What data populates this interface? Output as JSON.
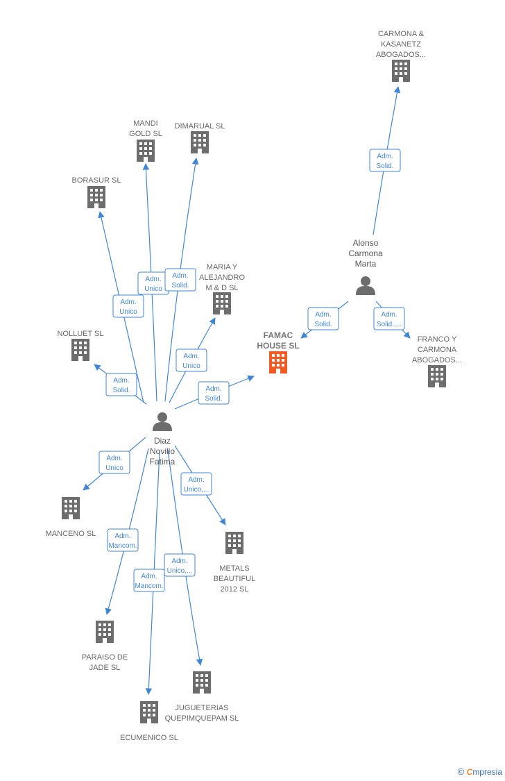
{
  "colors": {
    "edge": "#3f86d6",
    "building": "#6d6d6d",
    "highlight": "#f25c24",
    "person": "#6d6d6d"
  },
  "companies": [
    {
      "id": "carmona",
      "lines": [
        "CARMONA &",
        "KASANETZ",
        "ABOGADOS..."
      ],
      "icon": "building-icon"
    },
    {
      "id": "mandi",
      "lines": [
        "MANDI",
        "GOLD  SL"
      ],
      "icon": "building-icon"
    },
    {
      "id": "dimarual",
      "lines": [
        "DIMARUAL  SL"
      ],
      "icon": "building-icon"
    },
    {
      "id": "borasur",
      "lines": [
        "BORASUR SL"
      ],
      "icon": "building-icon"
    },
    {
      "id": "maria",
      "lines": [
        "MARIA Y",
        "ALEJANDRO",
        "M & D  SL"
      ],
      "icon": "building-icon"
    },
    {
      "id": "nolluet",
      "lines": [
        "NOLLUET  SL"
      ],
      "icon": "building-icon"
    },
    {
      "id": "famac",
      "lines": [
        "FAMAC",
        "HOUSE  SL"
      ],
      "icon": "building-icon",
      "highlight": true
    },
    {
      "id": "franco",
      "lines": [
        "FRANCO Y",
        "CARMONA",
        "ABOGADOS..."
      ],
      "icon": "building-icon"
    },
    {
      "id": "manceno",
      "lines": [
        "MANCENO SL"
      ],
      "icon": "building-icon"
    },
    {
      "id": "metals",
      "lines": [
        "METALS",
        "BEAUTIFUL",
        "2012 SL"
      ],
      "icon": "building-icon"
    },
    {
      "id": "paraiso",
      "lines": [
        "PARAISO DE",
        "JADE SL"
      ],
      "icon": "building-icon"
    },
    {
      "id": "jugueterias",
      "lines": [
        "JUGUETERIAS",
        "QUEPIMQUEPAM SL"
      ],
      "icon": "building-icon"
    },
    {
      "id": "ecumenico",
      "lines": [
        "ECUMENICO SL"
      ],
      "icon": "building-icon"
    }
  ],
  "people": [
    {
      "id": "alonso",
      "lines": [
        "Alonso",
        "Carmona",
        "Marta"
      ],
      "icon": "person-icon"
    },
    {
      "id": "diaz",
      "lines": [
        "Diaz",
        "Novillo",
        "Fatima"
      ],
      "icon": "person-icon"
    }
  ],
  "relations": [
    {
      "from": "alonso",
      "to": "carmona",
      "lines": [
        "Adm.",
        "Solid."
      ]
    },
    {
      "from": "alonso",
      "to": "famac",
      "lines": [
        "Adm.",
        "Solid."
      ]
    },
    {
      "from": "alonso",
      "to": "franco",
      "lines": [
        "Adm.",
        "Solid.,..."
      ]
    },
    {
      "from": "diaz",
      "to": "borasur",
      "lines": [
        "Adm.",
        "Unico"
      ]
    },
    {
      "from": "diaz",
      "to": "mandi",
      "lines": [
        "Adm.",
        "Unico"
      ]
    },
    {
      "from": "diaz",
      "to": "dimarual",
      "lines": [
        "Adm.",
        "Solid."
      ]
    },
    {
      "from": "diaz",
      "to": "maria",
      "lines": [
        "Adm.",
        "Unico"
      ]
    },
    {
      "from": "diaz",
      "to": "nolluet",
      "lines": [
        "Adm.",
        "Solid."
      ]
    },
    {
      "from": "diaz",
      "to": "famac",
      "lines": [
        "Adm.",
        "Solid."
      ]
    },
    {
      "from": "diaz",
      "to": "manceno",
      "lines": [
        "Adm.",
        "Unico"
      ]
    },
    {
      "from": "diaz",
      "to": "metals",
      "lines": [
        "Adm.",
        "Unico,..."
      ]
    },
    {
      "from": "diaz",
      "to": "paraiso",
      "lines": [
        "Adm.",
        "Mancom."
      ]
    },
    {
      "from": "diaz",
      "to": "jugueterias",
      "lines": [
        "Adm.",
        "Unico,..."
      ]
    },
    {
      "from": "diaz",
      "to": "ecumenico",
      "lines": [
        "Adm.",
        "Mancom."
      ]
    }
  ],
  "footer": {
    "copyright": "©",
    "brand_initial": "C",
    "brand_rest": "mpresia"
  }
}
